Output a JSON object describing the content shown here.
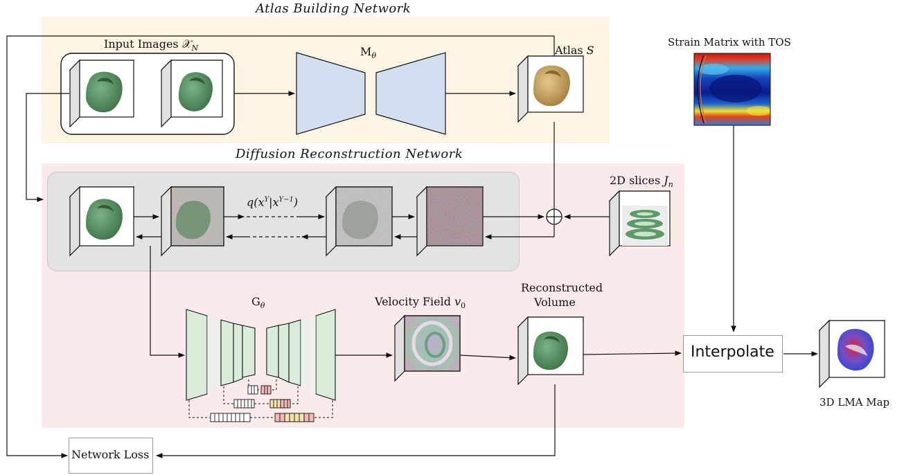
{
  "titles": {
    "atlas_network": "Atlas Building Network",
    "diffusion_network": "Diffusion Reconstruction Network"
  },
  "labels": {
    "input_images": "Input Images 𝒳",
    "input_images_sub": "N",
    "m_theta": "M",
    "m_theta_sub": "θ",
    "atlas": "Atlas ",
    "atlas_var": "S",
    "strain_matrix": "Strain Matrix with TOS",
    "slices_2d": "2D slices ",
    "slices_var": "J",
    "slices_sub": "n",
    "diffusion_q": "q(x",
    "diffusion_q_sup1": "Y",
    "diffusion_q_mid": "|x",
    "diffusion_q_sup2": "Y−1",
    "diffusion_q_end": ")",
    "g_theta": "G",
    "g_theta_sub": "θ",
    "velocity_field": "Velocity Field ",
    "velocity_var": "v",
    "velocity_sub": "0",
    "reconstructed_line1": "Reconstructed",
    "reconstructed_line2": "Volume",
    "interpolate": "Interpolate",
    "lma_map": "3D LMA Map",
    "network_loss": "Network Loss"
  },
  "colors": {
    "atlas_panel": "#fdf5e4",
    "diffusion_panel": "#fbeaea",
    "diffusion_inner": "#e3e3e3",
    "encoder_blue": "#d2dff0",
    "unet_green": "#d9ecd9",
    "heart_green": "#4e8a59",
    "atlas_tan": "#cba76b"
  }
}
